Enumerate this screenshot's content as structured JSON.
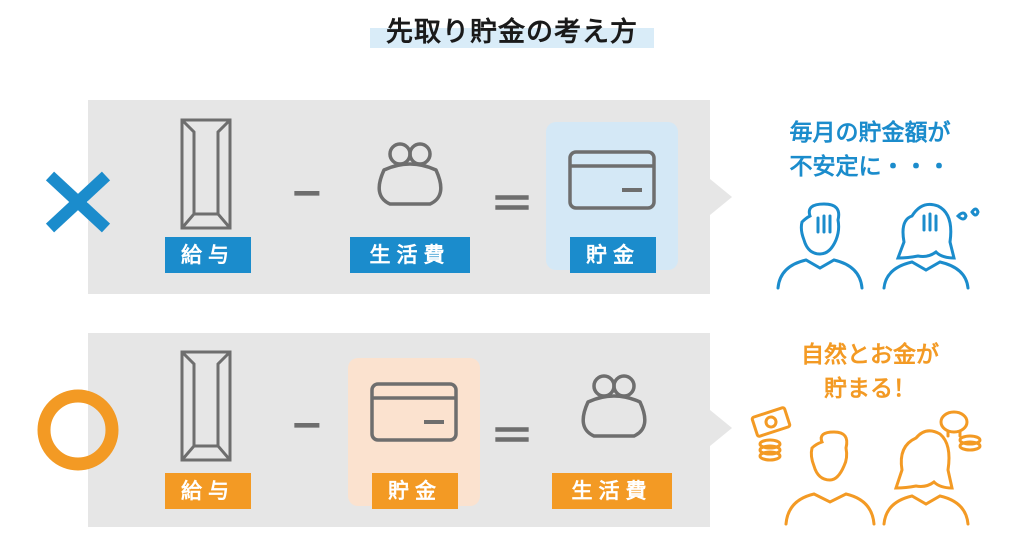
{
  "title": "先取り貯金の考え方",
  "wrong": {
    "symbol": "✕",
    "labels": {
      "salary": "給与",
      "living": "生活費",
      "savings": "貯金"
    },
    "minus": "−",
    "equals": "＝",
    "message_line1": "毎月の貯金額が",
    "message_line2": "不安定に・・・",
    "color": "#1b8ccc"
  },
  "right": {
    "symbol": "○",
    "labels": {
      "salary": "給与",
      "savings": "貯金",
      "living": "生活費"
    },
    "minus": "−",
    "equals": "＝",
    "message_line1": "自然とお金が",
    "message_line2": "貯まる！",
    "color": "#f39a24"
  }
}
